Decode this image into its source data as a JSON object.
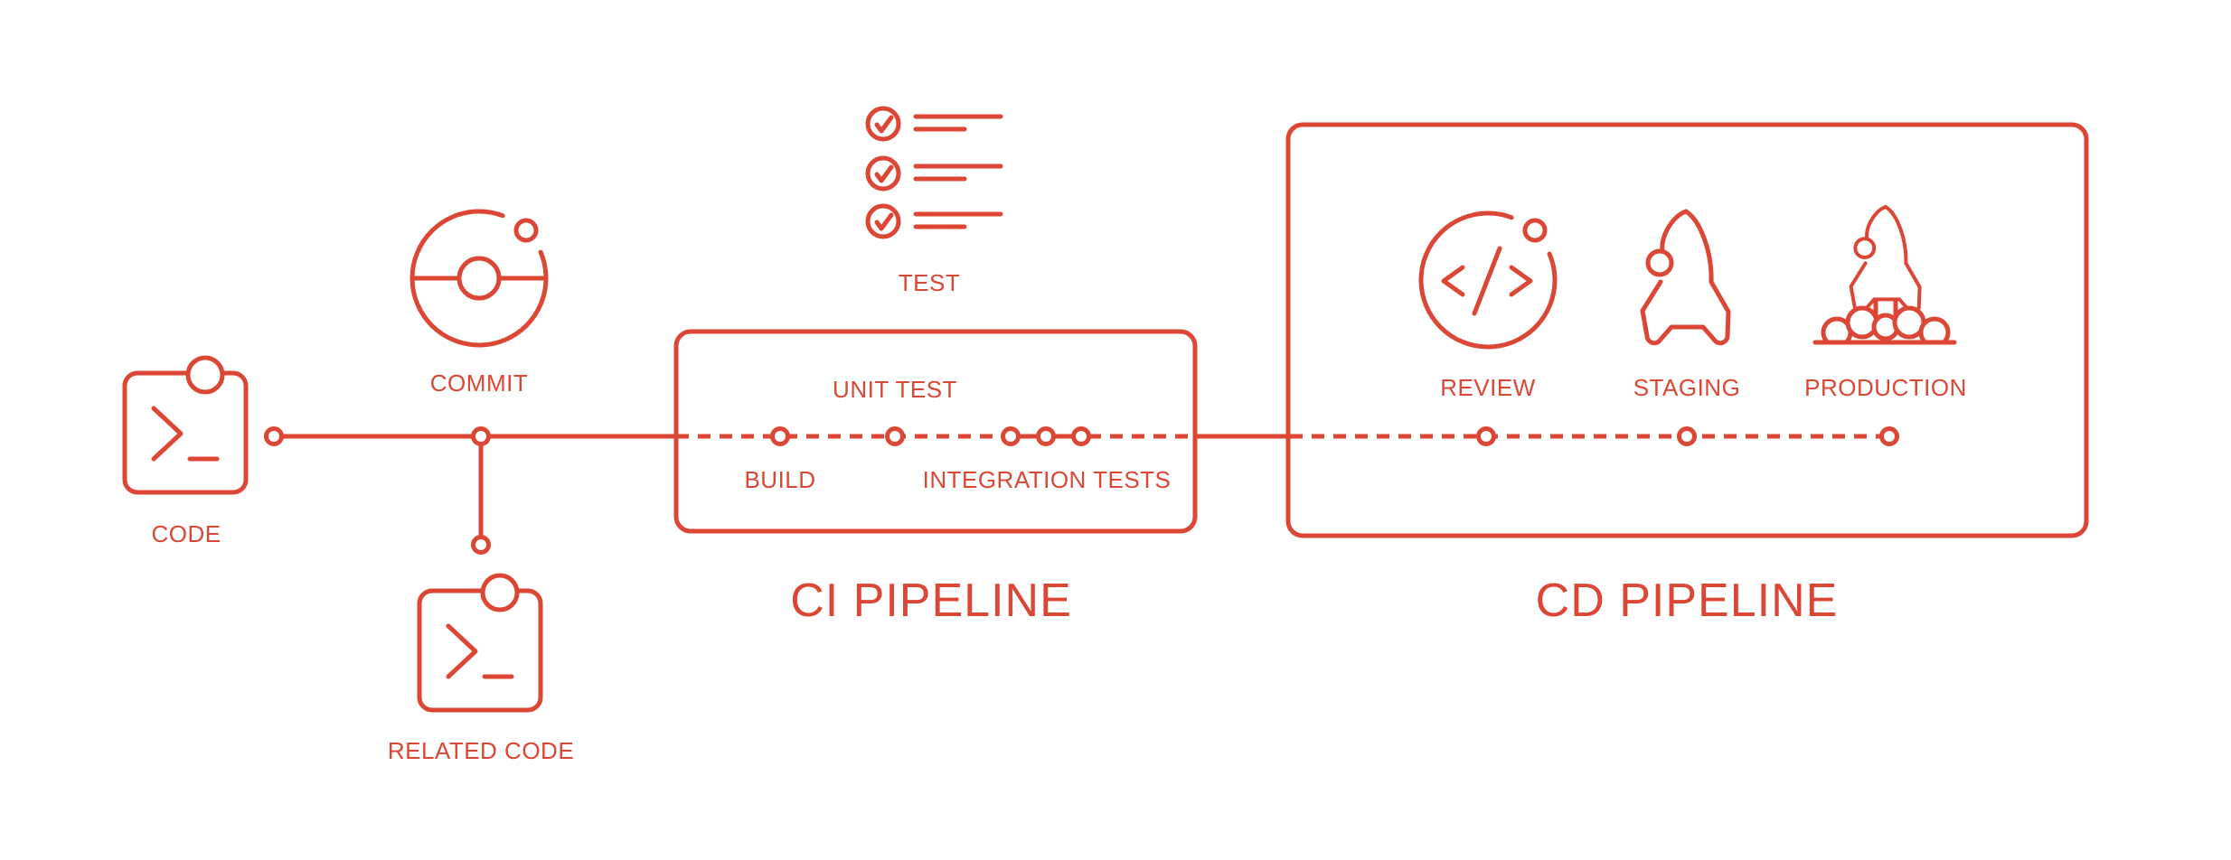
{
  "accent_color": "#DC4735",
  "background_color": "#FFFFFF",
  "stages": {
    "code": "CODE",
    "commit": "COMMIT",
    "related_code": "RELATED CODE",
    "test": "TEST"
  },
  "ci_pipeline": {
    "title": "CI PIPELINE",
    "steps": {
      "build": "BUILD",
      "unit_test": "UNIT TEST",
      "integration_tests": "INTEGRATION TESTS"
    }
  },
  "cd_pipeline": {
    "title": "CD PIPELINE",
    "steps": {
      "review": "REVIEW",
      "staging": "STAGING",
      "production": "PRODUCTION"
    }
  }
}
